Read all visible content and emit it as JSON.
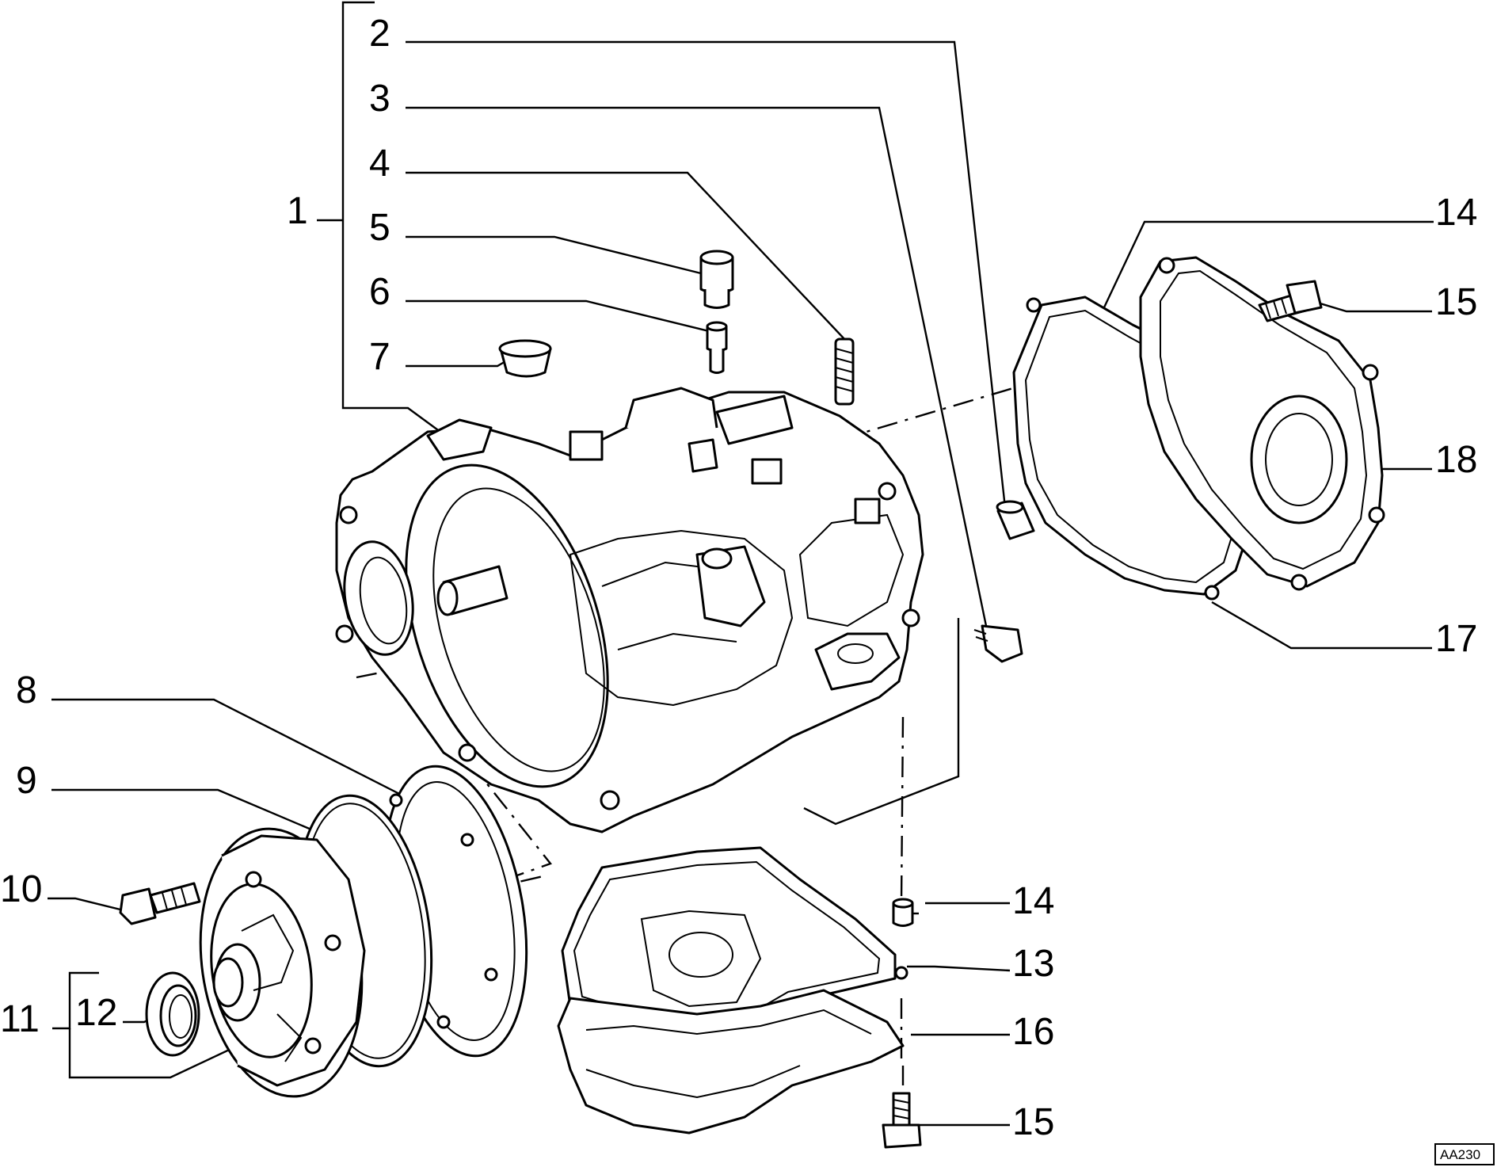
{
  "labels": {
    "l1": "1",
    "l2": "2",
    "l3": "3",
    "l4": "4",
    "l5": "5",
    "l6": "6",
    "l7": "7",
    "l8": "8",
    "l9": "9",
    "l10": "10",
    "l11": "11",
    "l12": "12",
    "l13": "13",
    "l14a": "14",
    "l14b": "14",
    "l15a": "15",
    "l15b": "15",
    "l16": "16",
    "l17": "17",
    "l18": "18"
  },
  "reference_code": "AA230"
}
